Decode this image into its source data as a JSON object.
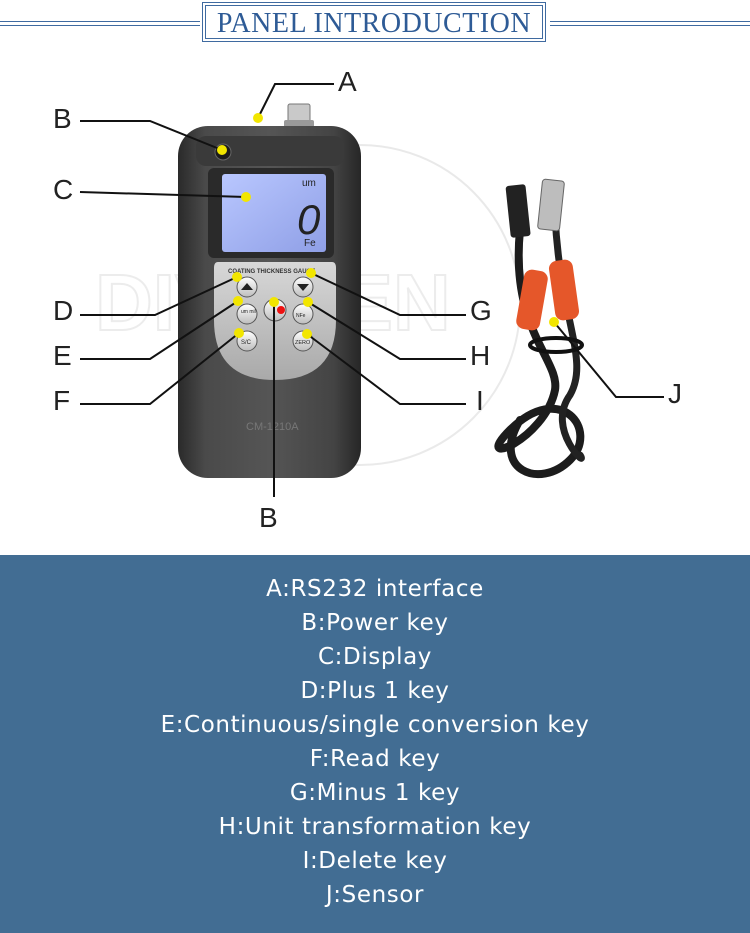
{
  "header": {
    "title": "PANEL INTRODUCTION"
  },
  "device": {
    "screen_unit": "um",
    "screen_value": "0",
    "screen_material": "Fe",
    "brand_label": "COATING THICKNESS GAUGE",
    "model": "CM-1210A",
    "keys": {
      "unit": "um mil",
      "nf": "NFe",
      "sc": "S/C",
      "zero": "ZERO"
    }
  },
  "labels": {
    "A": "A",
    "B_top": "B",
    "C": "C",
    "D": "D",
    "E": "E",
    "F": "F",
    "G": "G",
    "H": "H",
    "I": "I",
    "J": "J",
    "B_bottom": "B"
  },
  "legend": [
    "A:RS232 interface",
    "B:Power key",
    "C:Display",
    "D:Plus 1 key",
    "E:Continuous/single conversion key",
    "F:Read key",
    "G:Minus 1 key",
    "H:Unit transformation key",
    "I:Delete key",
    "J:Sensor"
  ],
  "colors": {
    "panel_bg": "#426d93",
    "header_blue": "#2e5b96",
    "marker": "#f2e600",
    "probe_orange": "#e5572a"
  }
}
